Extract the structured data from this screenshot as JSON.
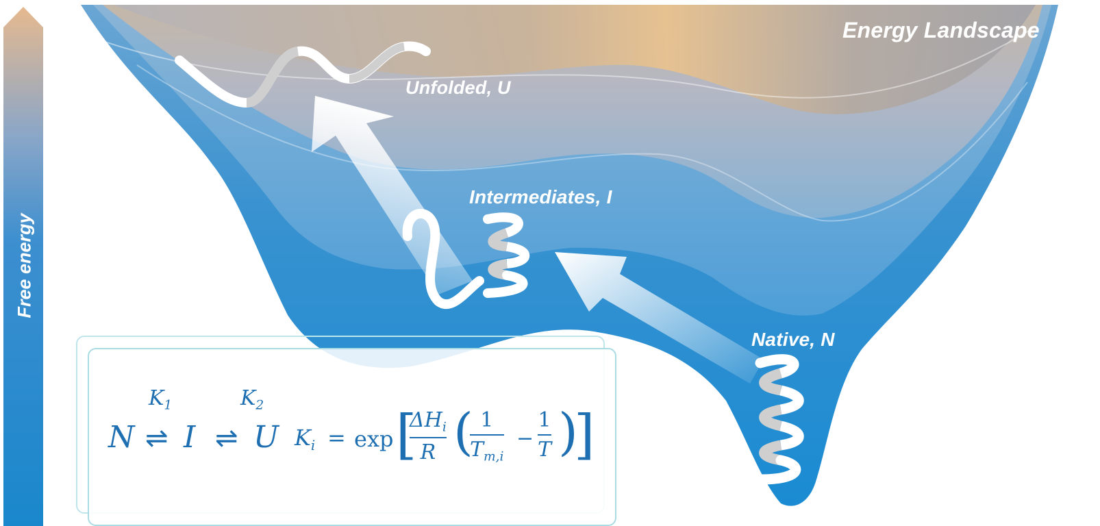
{
  "title": "Energy Landscape",
  "axis_label": "Free energy",
  "states": {
    "unfolded": "Unfolded, U",
    "intermediates": "Intermediates, I",
    "native": "Native, N"
  },
  "equation": {
    "scheme": {
      "n": "N",
      "i": "I",
      "u": "U",
      "k1": "K",
      "k1_sub": "1",
      "k2": "K",
      "k2_sub": "2",
      "arrow": "⇌"
    },
    "rate": {
      "lhs": "K",
      "lhs_sub": "i",
      "equals": "=",
      "exp": "exp",
      "dh_num": "ΔH",
      "dh_sub": "i",
      "dh_den": "R",
      "one_a": "1",
      "tm": "T",
      "tm_sub": "m,i",
      "minus": "−",
      "one_b": "1",
      "t": "T"
    }
  },
  "colors": {
    "deep_blue": "#1b8ad0",
    "mid_blue": "#5aa3d6",
    "warm_top": "#e9c18f",
    "gray_top": "#9b9ea5",
    "equation_text": "#1e6fb2",
    "box_border": "#a9dbe4"
  }
}
